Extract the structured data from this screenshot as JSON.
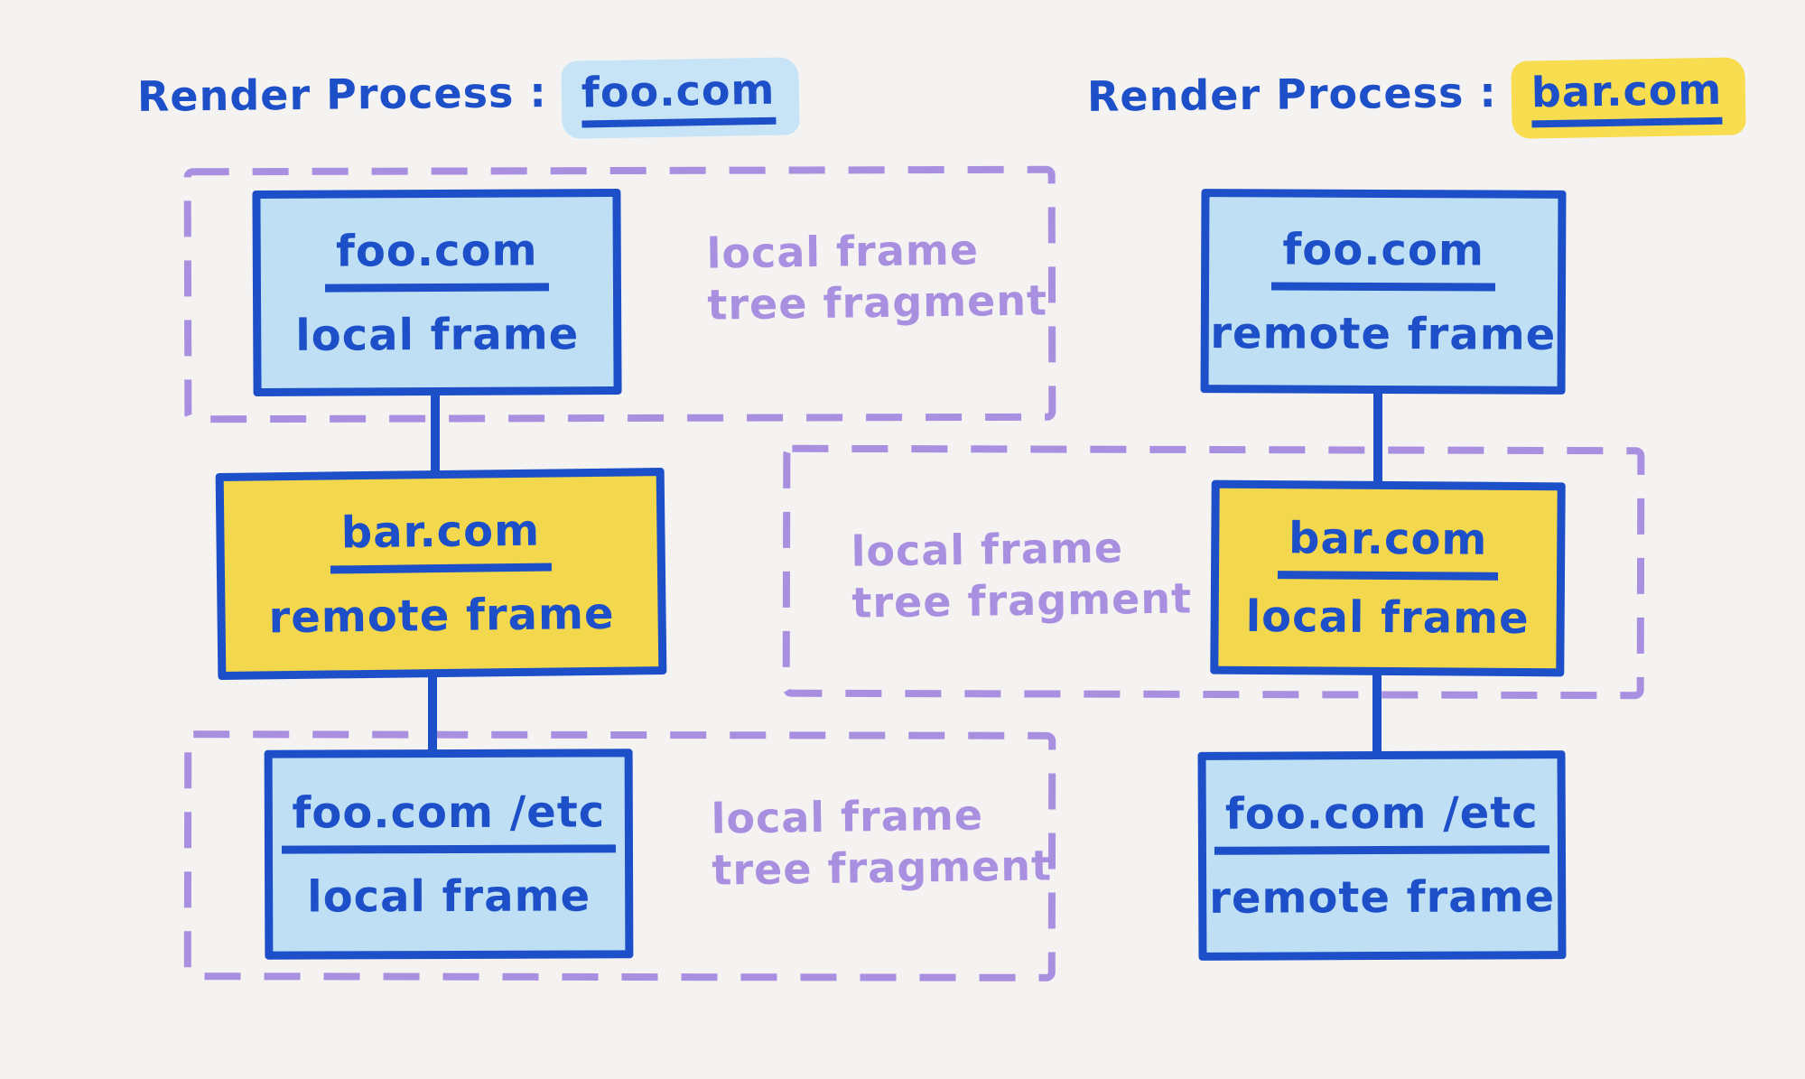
{
  "colors": {
    "background": "#f4f3f1",
    "ink_blue": "#1d4fc8",
    "light_blue_fill": "#bfe0f4",
    "yellow_fill": "#f3d84d",
    "purple": "#a98fe0",
    "title_highlight_blue": "#c7e4f6",
    "title_highlight_yellow": "#f7dd4f"
  },
  "processes": {
    "left": {
      "title_prefix": "Render Process :",
      "title_domain": "foo.com",
      "nodes": [
        {
          "domain": "foo.com",
          "kind": "local frame"
        },
        {
          "domain": "bar.com",
          "kind": "remote frame"
        },
        {
          "domain": "foo.com /etc",
          "kind": "local frame"
        }
      ]
    },
    "right": {
      "title_prefix": "Render Process :",
      "title_domain": "bar.com",
      "nodes": [
        {
          "domain": "foo.com",
          "kind": "remote frame"
        },
        {
          "domain": "bar.com",
          "kind": "local frame"
        },
        {
          "domain": "foo.com /etc",
          "kind": "remote frame"
        }
      ]
    }
  },
  "fragment_labels": [
    {
      "line1": "local frame",
      "line2": "tree fragment"
    },
    {
      "line1": "local frame",
      "line2": "tree fragment"
    },
    {
      "line1": "local frame",
      "line2": "tree fragment"
    }
  ]
}
